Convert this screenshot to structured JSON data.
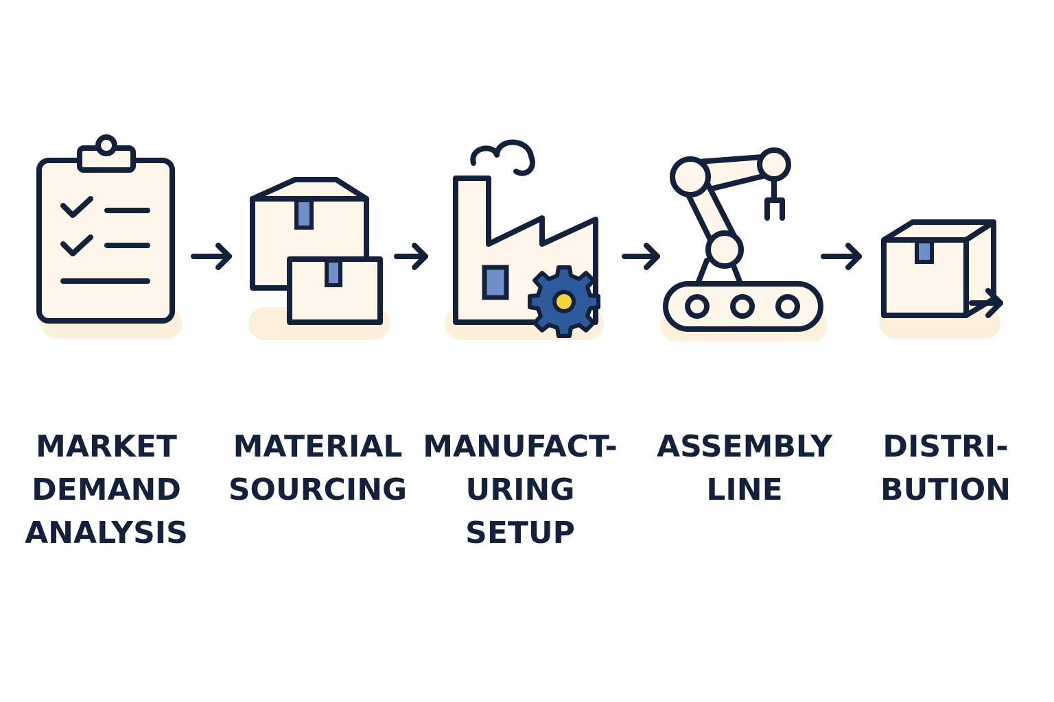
{
  "steps": [
    {
      "icon": "clipboard-checklist-icon",
      "lines": [
        "MARKET",
        "DEMAND",
        "ANALYSIS"
      ]
    },
    {
      "icon": "boxes-icon",
      "lines": [
        "MATERIAL",
        "SOURCING"
      ]
    },
    {
      "icon": "factory-gear-icon",
      "lines": [
        "MANUFACT-",
        "URING",
        "SETUP"
      ]
    },
    {
      "icon": "robotic-arm-conveyor-icon",
      "lines": [
        "ASSEMBLY",
        "LINE"
      ]
    },
    {
      "icon": "box-shipping-icon",
      "lines": [
        "DISTRI-",
        "BUTION"
      ]
    }
  ],
  "colors": {
    "stroke": "#14213a",
    "fill": "#fdf6ea",
    "accent_blue": "#6f8fc8",
    "gear_blue": "#2d5a9a",
    "gear_center": "#f5d33a"
  }
}
